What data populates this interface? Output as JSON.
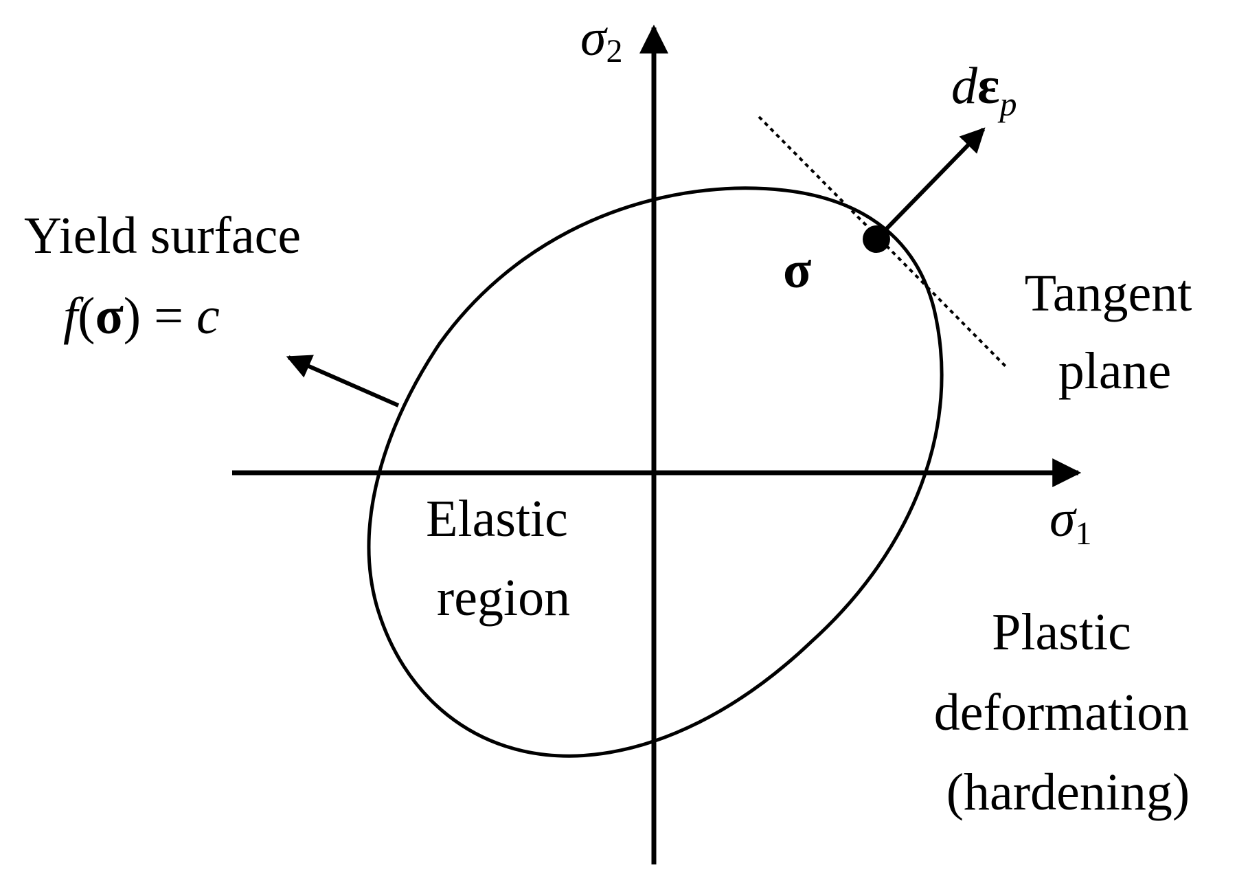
{
  "axes": {
    "x": {
      "symbol": "σ",
      "subscript": "1"
    },
    "y": {
      "symbol": "σ",
      "subscript": "2"
    }
  },
  "yield_surface": {
    "title": "Yield surface",
    "formula": {
      "func": "f",
      "open": "(",
      "arg": "σ",
      "close": ")",
      "rel": " = ",
      "rhs": "c"
    }
  },
  "stress_point": {
    "label": "σ"
  },
  "strain_increment": {
    "d": "d",
    "symbol": "ε",
    "subscript": "p"
  },
  "tangent_plane": {
    "lines": [
      "Tangent",
      "plane"
    ]
  },
  "elastic_region": {
    "lines": [
      "Elastic",
      "region"
    ]
  },
  "plastic_region": {
    "lines": [
      "Plastic",
      "deformation",
      "(hardening)"
    ]
  }
}
